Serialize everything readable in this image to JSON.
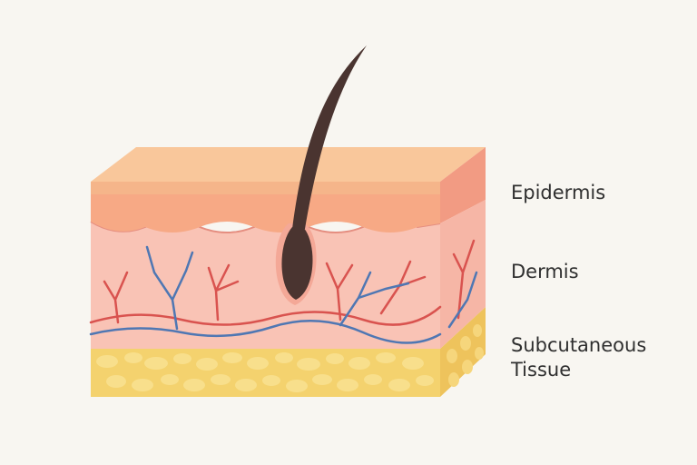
{
  "labels": {
    "epidermis": "Epidermis",
    "dermis": "Dermis",
    "subcutaneous": "Subcutaneous\nTissue"
  },
  "colors": {
    "background": "#f8f6f1",
    "epidermis_top": "#f9c79b",
    "epidermis_band": "#f7a985",
    "dermis": "#f9c3b5",
    "subcutaneous_fat": "#f4d26e",
    "fat_globules": "#f8df8c",
    "hair": "#4a3430",
    "artery": "#d9534f",
    "vein": "#4f77b3"
  },
  "icons": {
    "hair": "hair-strand",
    "follicle": "hair-follicle",
    "vessels": "blood-vessels",
    "fat": "fat-globules"
  }
}
